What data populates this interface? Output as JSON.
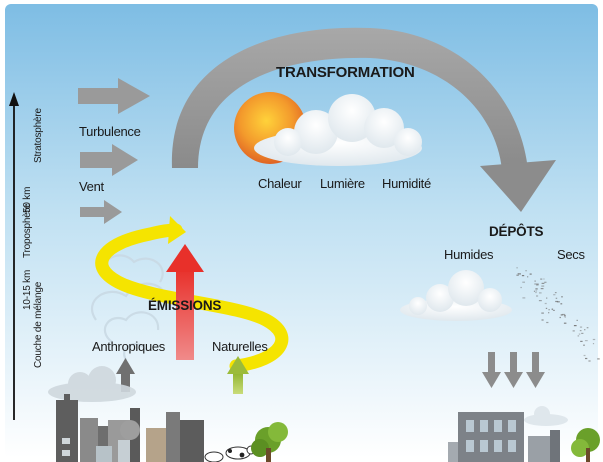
{
  "diagram": {
    "title": "TRANSFORMATION",
    "transformation_factors": [
      "Chaleur",
      "Lumière",
      "Humidité"
    ],
    "deposits": {
      "title": "DÉPÔTS",
      "wet": "Humides",
      "dry": "Secs"
    },
    "transport": {
      "turbulence": "Turbulence",
      "wind": "Vent"
    },
    "emissions": {
      "title": "ÉMISSIONS",
      "anthropogenic": "Anthropiques",
      "natural": "Naturelles"
    },
    "altitude_axis": {
      "stratosphere_height": "50 km",
      "stratosphere": "Stratosphère",
      "troposphere": "Troposphère",
      "troposphere_height": "10-15 km",
      "mixing_layer": "Couche de mélange"
    }
  },
  "colors": {
    "sky_top": "#7fbfe6",
    "sky_bottom": "#ffffff",
    "arrow_grey": "#9a9a9a",
    "emission_red": "#e8312a",
    "spiral_yellow": "#f5e600",
    "natural_green": "#9bbb3a",
    "sun_orange": "#e8742a"
  }
}
